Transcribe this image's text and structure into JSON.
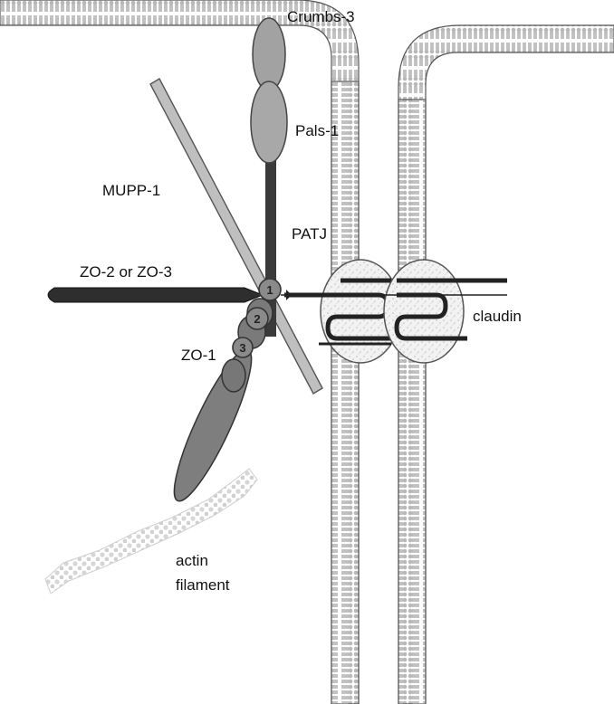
{
  "labels": {
    "crumbs3": "Crumbs-3",
    "pals1": "Pals-1",
    "mupp1": "MUPP-1",
    "patj": "PATJ",
    "zo2_zo3": "ZO-2 or ZO-3",
    "zo1": "ZO-1",
    "claudin": "claudin",
    "actin_line1": "actin",
    "actin_line2": "filament"
  },
  "pdz_domains": [
    "1",
    "2",
    "3"
  ]
}
